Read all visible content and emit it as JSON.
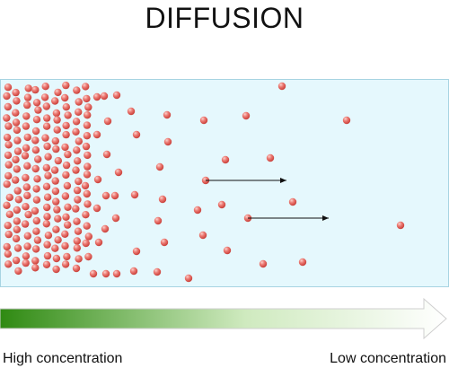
{
  "title": "DIFFUSION",
  "labels": {
    "high": "High concentration",
    "low": "Low concentration"
  },
  "colors": {
    "container_fill": "#e5f8fd",
    "container_stroke": "#a7d4e2",
    "particle": "#ec7a73",
    "particle_dark": "#c9403a",
    "gradient_start": "#2f8a12",
    "gradient_end": "#ffffff"
  },
  "icons": [
    "arrow-icon",
    "particle-icon",
    "gradient-arrow-icon"
  ]
}
